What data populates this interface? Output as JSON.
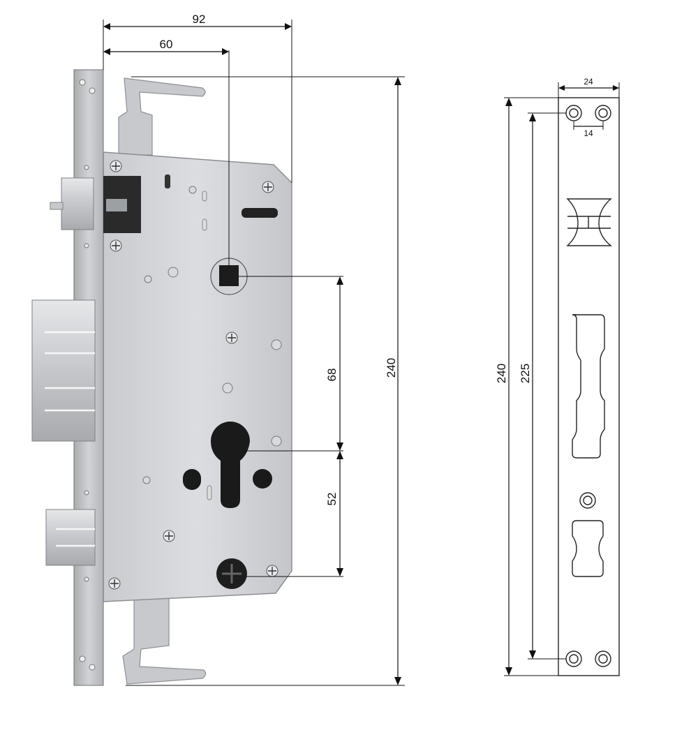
{
  "colors": {
    "line": "#111111",
    "steel_light": "#d8d9db",
    "steel_mid": "#b9bbbe",
    "steel_dark": "#8e9194",
    "hole": "#1a1a1a"
  },
  "dimensions": {
    "width_total": "92",
    "backset": "60",
    "height_total": "240",
    "spindle_to_cylinder": "68",
    "cylinder_to_lower": "52"
  },
  "faceplate": {
    "width": "24",
    "hole_spacing": "14",
    "height_total": "240",
    "hole_distance": "225"
  }
}
